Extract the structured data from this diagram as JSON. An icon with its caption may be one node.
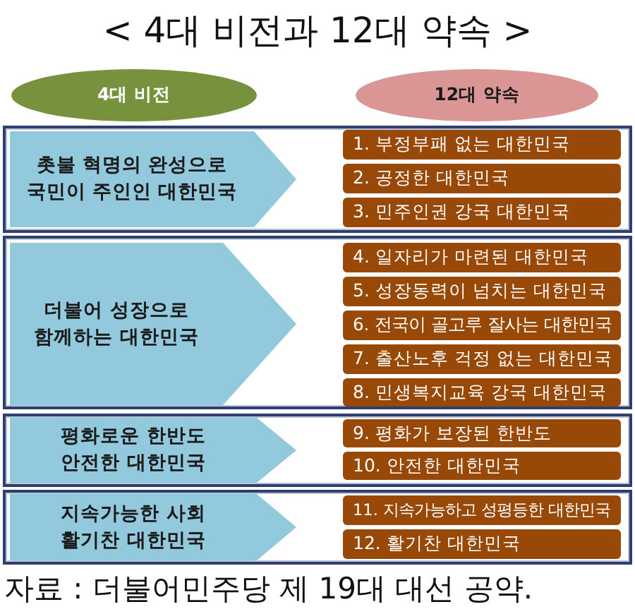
{
  "diagram": {
    "title": "< 4대 비전과 12대 약속 >",
    "nodes": [
      {
        "text": [
          "4대 비전"
        ]
      },
      {
        "text": [
          "12대 약속"
        ]
      },
      {
        "text": [],
        "shape": "box"
      },
      {
        "text": [
          "촛불 혁명의 완성으로 국민이 주인인 대한민국"
        ],
        "in": 2
      },
      {
        "text": [
          "1. 부정부패 없는 대한민국"
        ],
        "in": 2
      },
      {
        "text": [
          "2. 공정한 대한민국"
        ],
        "in": 2
      },
      {
        "text": [
          "3. 민주인권 강국 대한민국"
        ],
        "in": 2
      },
      {
        "text": [],
        "shape": "box"
      },
      {
        "text": [
          "더불어 성장으로 함께하는 대한민국"
        ],
        "in": 7
      },
      {
        "text": [
          "4. 일자리가 마련된 대한민국"
        ],
        "in": 7
      },
      {
        "text": [
          "5. 성장동력이 넘치는 대한민국"
        ],
        "in": 7
      },
      {
        "text": [
          "6. 전국이 골고루 잘사는 대한민국"
        ],
        "in": 7
      },
      {
        "text": [
          "7. 출산노후 걱정 없는 대한민국"
        ],
        "in": 7
      },
      {
        "text": [
          "8. 민생복지교육 강국 대한민국"
        ],
        "in": 7
      },
      {
        "text": [],
        "shape": "box"
      },
      {
        "text": [
          "평화로운 한반도 안전한 대한민국"
        ],
        "in": 14
      },
      {
        "text": [
          "9. 평화가 보장된 한반도"
        ],
        "in": 14
      },
      {
        "text": [
          "10. 안전한 대한민국"
        ],
        "in": 14
      },
      {
        "text": [],
        "shape": "box"
      },
      {
        "text": [
          "지속가능한 사회 활기찬 대한민국"
        ],
        "in": 18
      },
      {
        "text": [
          "11. 지속가능하고 성평등한 대한민국"
        ],
        "in": 18
      },
      {
        "text": [
          "12. 활기찬 대한민국"
        ],
        "in": 18
      }
    ],
    "caption": "자료 : 더불어민주당 제 19대 대선 공약."
  }
}
